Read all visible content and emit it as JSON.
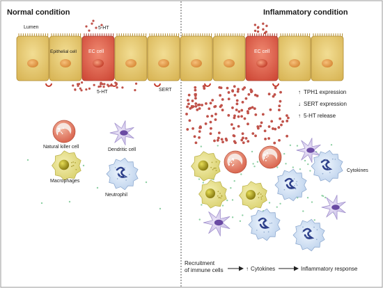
{
  "panels": {
    "normal": {
      "title": "Normal condition"
    },
    "inflammatory": {
      "title": "Inflammatory condition"
    }
  },
  "labels": {
    "lumen": "Lumen",
    "epithelial_cell": "Epithelial cell",
    "ec_cell": "EC cell",
    "serotonin": "5-HT",
    "sert": "SERT",
    "natural_killer": "Natural killer cell",
    "dendritic": "Dendritic cell",
    "macrophages": "Macrophages",
    "neutrophil": "Neutrophil",
    "cytokines": "Cytokines"
  },
  "changes": {
    "arrow_up": "↑",
    "arrow_down": "↓",
    "items": [
      "TPH1 expression",
      "SERT expression",
      "5-HT release"
    ]
  },
  "flow": {
    "recruitment_line1": "Recruitment",
    "recruitment_line2": "of immune cells",
    "cytokines": "Cytokines",
    "response": "Inflammatory response"
  },
  "colors": {
    "epithelial_fill": "#e2c46a",
    "epithelial_stroke": "#b08a30",
    "ec_fill": "#e06650",
    "ec_stroke": "#a83a2c",
    "serotonin_dot": "#c0524a",
    "cytokine_dot": "#8fd0a4",
    "macrophage_fill": "#e9e28a",
    "dendritic_fill": "#d2c6ec",
    "neutrophil_fill": "#cfe0f4",
    "nk_fill": "#e08670"
  }
}
